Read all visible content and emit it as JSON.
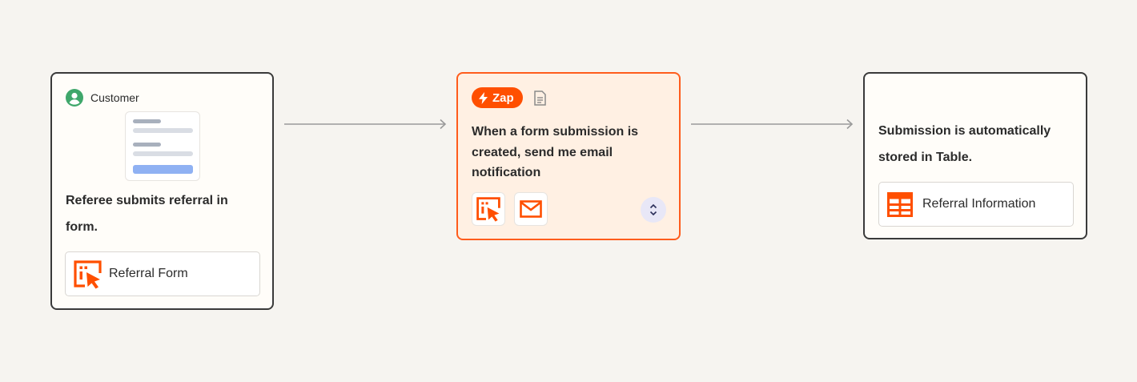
{
  "steps": [
    {
      "role": "Customer",
      "description": "Referee submits referral in form.",
      "app_label": "Referral Form"
    },
    {
      "badge": "Zap",
      "description": "When a form submission is created, send me email notification",
      "apps": [
        "form-icon",
        "email-icon"
      ]
    },
    {
      "description": "Submission is automatically stored in Table.",
      "app_label": "Referral Information"
    }
  ],
  "colors": {
    "accent": "#ff4f00",
    "card_border": "#3a3a3a",
    "zap_card_bg": "#fff0e3",
    "customer_icon": "#3fa76b",
    "canvas_bg": "#f6f4f0"
  }
}
